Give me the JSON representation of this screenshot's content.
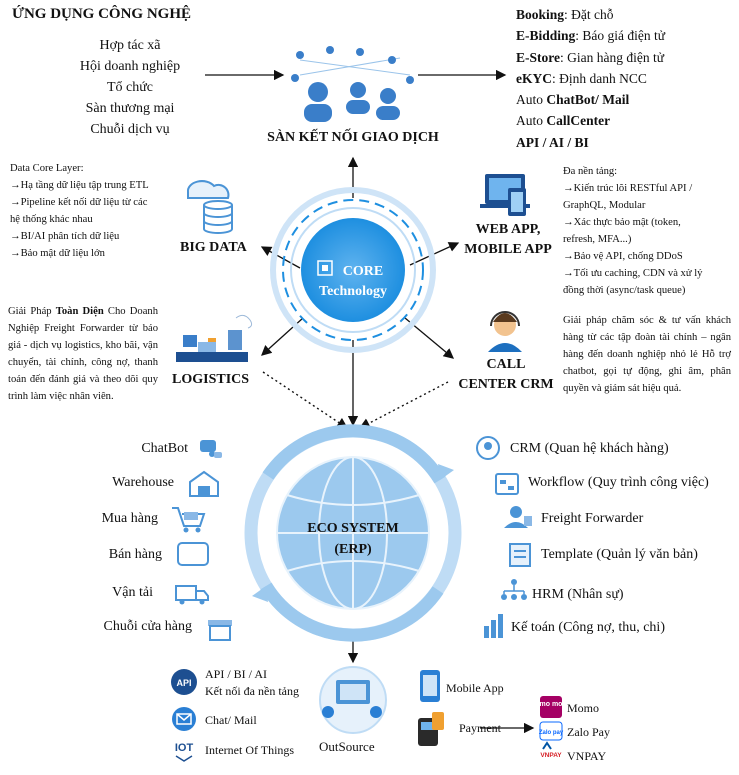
{
  "applications": {
    "title": "ỨNG DỤNG CÔNG NGHỆ",
    "customers": [
      "Hợp tác xã",
      "Hội doanh nghiệp",
      "Tổ chức",
      "Sàn thương mại",
      "Chuỗi dịch vụ"
    ]
  },
  "features": [
    {
      "bold": "Booking",
      "rest": ": Đặt chỗ",
      "bold_first": true
    },
    {
      "bold": "E-Bidding",
      "rest": ": Báo giá điện tử",
      "bold_first": true
    },
    {
      "bold": "E-Store",
      "rest": ": Gian hàng điện tử",
      "bold_first": true
    },
    {
      "bold": "eKYC",
      "rest": ": Định danh NCC",
      "bold_first": true
    },
    {
      "pre": "Auto ",
      "bold": "ChatBot/ Mail",
      "bold_first": false
    },
    {
      "pre": "Auto ",
      "bold": "CallCenter",
      "bold_first": false
    },
    {
      "bold": "API / AI / BI",
      "rest": "",
      "bold_first": true
    }
  ],
  "hub": {
    "label": "SÀN KẾT NỐI GIAO DỊCH"
  },
  "core": {
    "line1": "CORE",
    "line2": "Technology"
  },
  "bigdata": {
    "label": "BIG DATA",
    "lines": [
      "Data Core Layer:",
      "→Hạ tầng dữ liệu tập trung ETL",
      "→Pipeline kết nối dữ liệu từ các",
      "hệ thống khác nhau",
      "→BI/AI phân tích dữ liệu",
      "→Bảo mật dữ liệu lớn"
    ]
  },
  "webapp": {
    "label1": "WEB APP,",
    "label2": "MOBILE APP",
    "lines": [
      "Đa nền tảng:",
      "→Kiến trúc lõi RESTful API /",
      "GraphQL, Modular",
      "→Xác thực bảo mật (token,",
      "refresh, MFA...)",
      "→Bảo vệ API, chống DDoS",
      "→Tối ưu caching, CDN và xử lý",
      "đồng thời (async/task queue)"
    ]
  },
  "logistics": {
    "label": "LOGISTICS",
    "pre": "Giải Pháp ",
    "bold": "Toàn Diện",
    "post": " Cho Doanh Nghiệp Freight Forwarder từ báo giá - dịch vụ logistics, kho bãi, vận chuyển, tài chính, công nợ, thanh toán đến đánh giá và theo dõi quy trình làm việc nhân viên."
  },
  "callcenter": {
    "label1": "CALL",
    "label2": "CENTER CRM",
    "text": "Giải pháp chăm sóc & tư vấn khách hàng từ các tập đoàn tài chính – ngân hàng đến doanh nghiệp nhỏ lẻ Hỗ trợ chatbot, gọi tự động, ghi âm, phân quyền và giám sát hiệu quả."
  },
  "eco": {
    "line1": "ECO SYSTEM",
    "line2": "(ERP)"
  },
  "erp_left": [
    "ChatBot",
    "Warehouse",
    "Mua hàng",
    "Bán hàng",
    "Vận tải",
    "Chuỗi cửa hàng"
  ],
  "erp_right": [
    "CRM (Quan hệ khách hàng)",
    "Workflow (Quy trình công việc)",
    "Freight Forwarder",
    "Template (Quản lý văn bản)",
    "HRM (Nhân sự)",
    "Kế toán (Công nợ, thu, chi)"
  ],
  "bottom": {
    "api1": "API / BI / AI",
    "api2": "Kết nối đa nền tảng",
    "chat": "Chat/ Mail",
    "iot": "Internet Of Things",
    "iot_icon_text": "IOT",
    "api_icon_text": "API",
    "outsource": "OutSource",
    "mobile": "Mobile App",
    "payment": "Payment",
    "momo": "Momo",
    "zalopay": "Zalo Pay",
    "vnpay": "VNPAY",
    "momo_logo": "mo mo",
    "zalo_logo": "Zalo pay",
    "vnpay_logo": "VNPAY"
  },
  "colors": {
    "accent": "#1e8fe0",
    "light": "#bfdcf5",
    "ring": "#cfe4f7",
    "momo": "#a50064"
  }
}
